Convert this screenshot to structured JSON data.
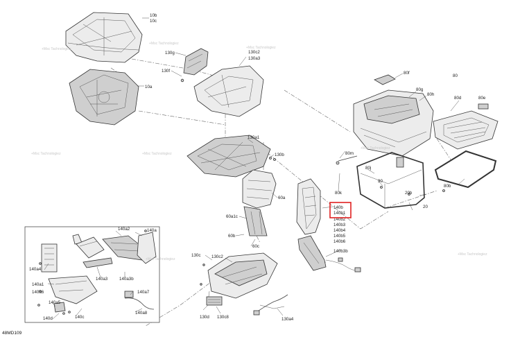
{
  "figure_ref": "48MD109",
  "watermark": "+Msc Tachnologiez",
  "highlight_color": "#e02020",
  "labels": {
    "l10b": "10b",
    "l10c": "10c",
    "l10a": "10a",
    "l130g": "130g",
    "l130f": "130f",
    "l130c2": "130c2",
    "l130a3": "130a3",
    "l130a1": "130a1",
    "l130b": "130b",
    "l130c": "130c",
    "l130d": "130d",
    "l130c8": "130c8",
    "l130a4": "130a4",
    "l60a": "60a",
    "l60a1c": "60a1c",
    "l60b": "60b",
    "l60c": "60c",
    "l80f": "80f",
    "l80": "80",
    "l80g": "80g",
    "l80h": "80h",
    "l80d": "80d",
    "l80e": "80e",
    "l80m": "80m",
    "l80j": "80j",
    "l80k": "80k",
    "l80b": "80b",
    "l30": "30",
    "l20b": "20b",
    "l20": "20",
    "l140b": "140b",
    "l140b1": "140b1",
    "l140b2": "140b2",
    "l140b3": "140b3",
    "l140b4": "140b4",
    "l140b5": "140b5",
    "l140b6": "140b6",
    "l140b3b": "140b3b",
    "l140a2": "140a2",
    "l140a": "140a",
    "l140a4": "140a4",
    "l140a3": "140a3",
    "l140a3b": "140a3b",
    "l140a1": "140a1",
    "l140a6": "140a6",
    "l140a5": "140a5",
    "l140a7": "140a7",
    "l140a8": "140a8",
    "l140d": "140d",
    "l140c": "140c"
  }
}
